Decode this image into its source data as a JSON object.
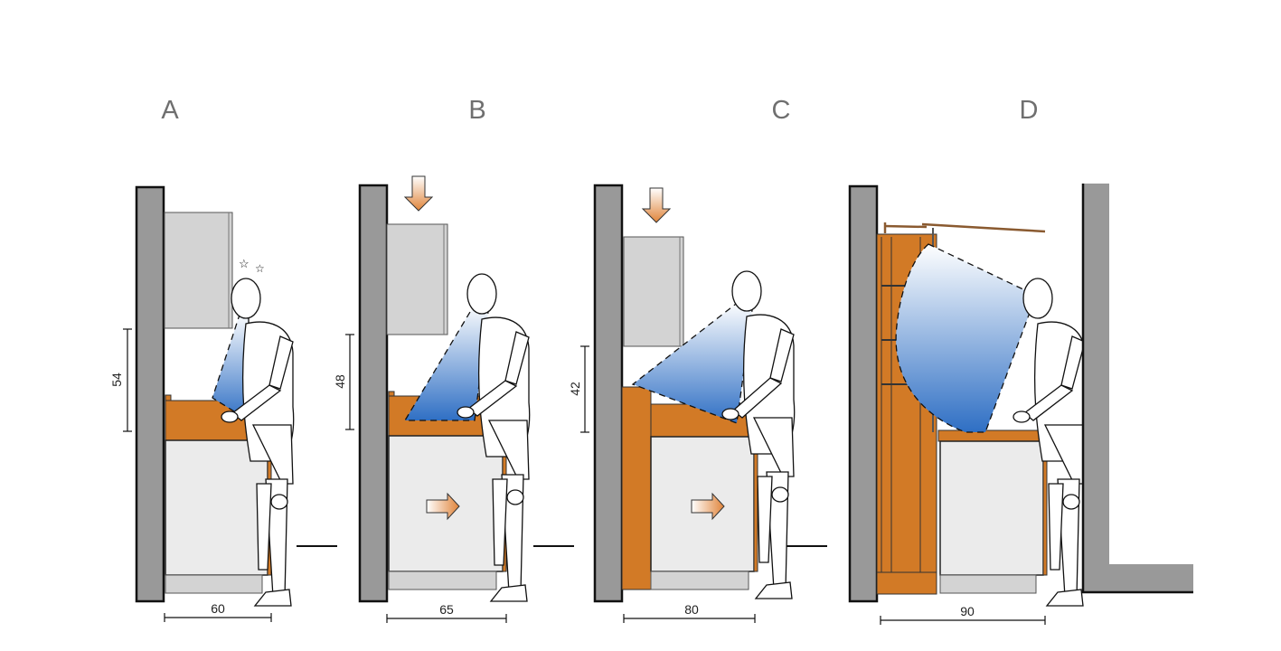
{
  "panels": [
    {
      "label": "A",
      "width_dim": "60",
      "height_dim": "54"
    },
    {
      "label": "B",
      "width_dim": "65",
      "height_dim": "48"
    },
    {
      "label": "C",
      "width_dim": "80",
      "height_dim": "42"
    },
    {
      "label": "D",
      "width_dim": "90"
    }
  ],
  "colors": {
    "wood": "#d27a26",
    "wall": "#999999",
    "light_top": "#ffffff",
    "light_bottom": "#2f6fc4",
    "arrow": "#e8a060"
  }
}
